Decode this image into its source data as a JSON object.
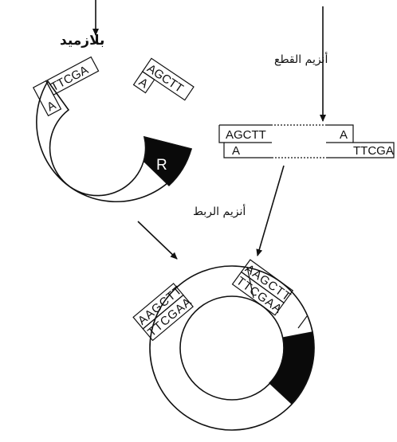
{
  "labels": {
    "plasmid": "بلازميد",
    "cut_enzyme": "أنزيم القطع",
    "ligase": "أنزيم الربط",
    "gene_marker": "R"
  },
  "plasmid": {
    "left_top": "A",
    "left_bottom": "TTCGA",
    "right_top": "AGCTT",
    "right_bottom": "A"
  },
  "fragment": {
    "top_left": "AGCTT",
    "top_right": "A",
    "bottom_left": "A",
    "bottom_right": "TTCGA"
  },
  "recombinant": {
    "left_outer": "AAGCTT",
    "left_inner": "TTCGAA",
    "right_outer": "AAGCTT",
    "right_inner": "TTCGAA"
  }
}
